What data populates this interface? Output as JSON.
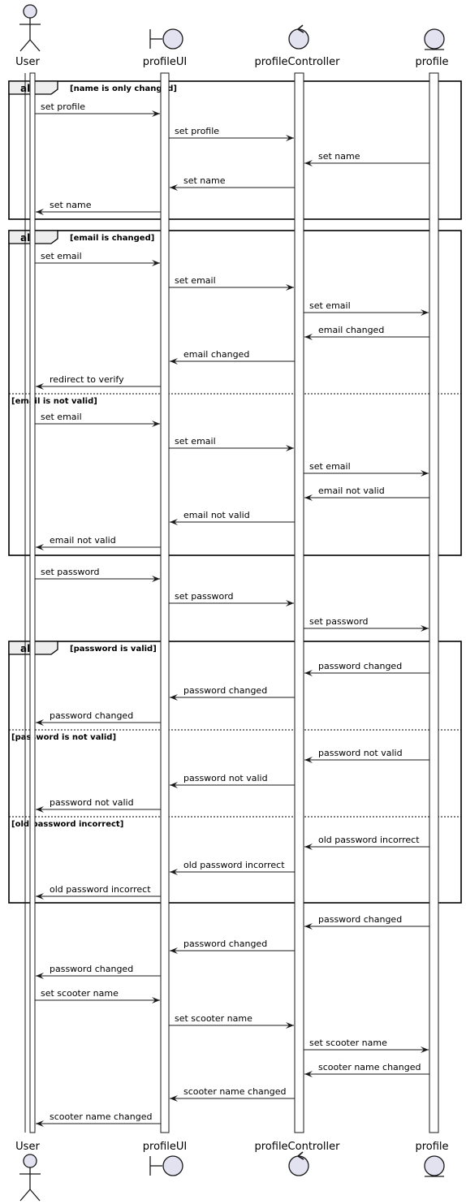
{
  "diagram": {
    "type": "sequence",
    "participants": [
      {
        "id": "user",
        "name": "User",
        "kind": "actor"
      },
      {
        "id": "ui",
        "name": "profileUI",
        "kind": "boundary"
      },
      {
        "id": "ctrl",
        "name": "profileController",
        "kind": "control"
      },
      {
        "id": "profile",
        "name": "profile",
        "kind": "entity"
      }
    ],
    "messages": [
      {
        "from": "user",
        "to": "ui",
        "text": "set profile"
      },
      {
        "from": "ui",
        "to": "ctrl",
        "text": "set profile"
      },
      {
        "from": "profile",
        "to": "ctrl",
        "text": "set name"
      },
      {
        "from": "ctrl",
        "to": "ui",
        "text": "set name"
      },
      {
        "from": "ui",
        "to": "user",
        "text": "set name"
      },
      {
        "from": "user",
        "to": "ui",
        "text": "set email"
      },
      {
        "from": "ui",
        "to": "ctrl",
        "text": "set email"
      },
      {
        "from": "ctrl",
        "to": "profile",
        "text": "set email"
      },
      {
        "from": "profile",
        "to": "ctrl",
        "text": "email changed"
      },
      {
        "from": "ctrl",
        "to": "ui",
        "text": "email changed"
      },
      {
        "from": "ui",
        "to": "user",
        "text": "redirect to verify"
      },
      {
        "from": "user",
        "to": "ui",
        "text": "set email"
      },
      {
        "from": "ui",
        "to": "ctrl",
        "text": "set email"
      },
      {
        "from": "ctrl",
        "to": "profile",
        "text": "set email"
      },
      {
        "from": "profile",
        "to": "ctrl",
        "text": "email not valid"
      },
      {
        "from": "ctrl",
        "to": "ui",
        "text": "email not valid"
      },
      {
        "from": "ui",
        "to": "user",
        "text": "email not valid"
      },
      {
        "from": "user",
        "to": "ui",
        "text": "set password"
      },
      {
        "from": "ui",
        "to": "ctrl",
        "text": "set password"
      },
      {
        "from": "ctrl",
        "to": "profile",
        "text": "set password"
      },
      {
        "from": "profile",
        "to": "ctrl",
        "text": "password changed"
      },
      {
        "from": "ctrl",
        "to": "ui",
        "text": "password changed"
      },
      {
        "from": "ui",
        "to": "user",
        "text": "password changed"
      },
      {
        "from": "profile",
        "to": "ctrl",
        "text": "password not valid"
      },
      {
        "from": "ctrl",
        "to": "ui",
        "text": "password not valid"
      },
      {
        "from": "ui",
        "to": "user",
        "text": "password not valid"
      },
      {
        "from": "profile",
        "to": "ctrl",
        "text": "old password incorrect"
      },
      {
        "from": "ctrl",
        "to": "ui",
        "text": "old password incorrect"
      },
      {
        "from": "ui",
        "to": "user",
        "text": "old password incorrect"
      },
      {
        "from": "profile",
        "to": "ctrl",
        "text": "password changed"
      },
      {
        "from": "ctrl",
        "to": "ui",
        "text": "password changed"
      },
      {
        "from": "ui",
        "to": "user",
        "text": "password changed"
      },
      {
        "from": "user",
        "to": "ui",
        "text": "set scooter name"
      },
      {
        "from": "ui",
        "to": "ctrl",
        "text": "set scooter name"
      },
      {
        "from": "ctrl",
        "to": "profile",
        "text": "set scooter name"
      },
      {
        "from": "profile",
        "to": "ctrl",
        "text": "scooter name changed"
      },
      {
        "from": "ctrl",
        "to": "ui",
        "text": "scooter name changed"
      },
      {
        "from": "ui",
        "to": "user",
        "text": "scooter name changed"
      }
    ],
    "fragments": [
      {
        "keyword": "alt",
        "sections": [
          "[name is only changed]"
        ]
      },
      {
        "keyword": "alt",
        "sections": [
          "[email is changed]",
          "[email is not valid]"
        ]
      },
      {
        "keyword": "alt",
        "sections": [
          "[password is valid]",
          "[password is not valid]",
          "[old password incorrect]"
        ]
      }
    ]
  }
}
